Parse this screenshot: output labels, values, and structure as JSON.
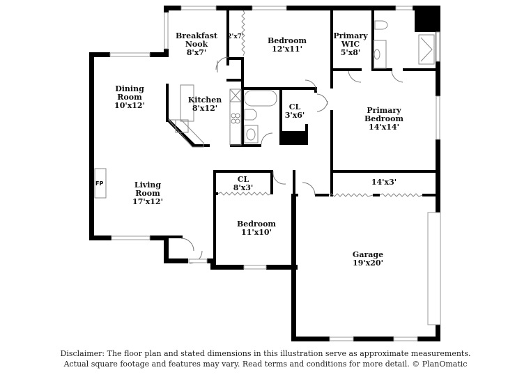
{
  "floor_plan": {
    "rooms": [
      {
        "id": "breakfast-nook",
        "name_lines": [
          "Breakfast",
          "Nook"
        ],
        "dimensions": "8'x7'"
      },
      {
        "id": "closet-2x7",
        "name_lines": [],
        "dimensions": "2'x7'"
      },
      {
        "id": "bedroom-1",
        "name_lines": [
          "Bedroom"
        ],
        "dimensions": "12'x11'"
      },
      {
        "id": "primary-wic",
        "name_lines": [
          "Primary",
          "WIC"
        ],
        "dimensions": "5'x8'"
      },
      {
        "id": "dining-room",
        "name_lines": [
          "Dining",
          "Room"
        ],
        "dimensions": "10'x12'"
      },
      {
        "id": "kitchen",
        "name_lines": [
          "Kitchen"
        ],
        "dimensions": "8'x12'"
      },
      {
        "id": "closet-3x6",
        "name_lines": [
          "CL"
        ],
        "dimensions": "3'x6'"
      },
      {
        "id": "primary-bedroom",
        "name_lines": [
          "Primary",
          "Bedroom"
        ],
        "dimensions": "14'x14'"
      },
      {
        "id": "living-room",
        "name_lines": [
          "Living",
          "Room"
        ],
        "dimensions": "17'x12'"
      },
      {
        "id": "closet-8x3",
        "name_lines": [
          "CL"
        ],
        "dimensions": "8'x3'"
      },
      {
        "id": "storage-14x3",
        "name_lines": [],
        "dimensions": "14'x3'"
      },
      {
        "id": "bedroom-2",
        "name_lines": [
          "Bedroom"
        ],
        "dimensions": "11'x10'"
      },
      {
        "id": "garage",
        "name_lines": [
          "Garage"
        ],
        "dimensions": "19'x20'"
      }
    ],
    "fireplace_label": "FP"
  },
  "labels": {
    "breakfast_1": "Breakfast",
    "breakfast_2": "Nook",
    "breakfast_dim": "8'x7'",
    "cl27_dim": "2'x7'",
    "bed1_1": "Bedroom",
    "bed1_dim": "12'x11'",
    "wic_1": "Primary",
    "wic_2": "WIC",
    "wic_dim": "5'x8'",
    "dining_1": "Dining",
    "dining_2": "Room",
    "dining_dim": "10'x12'",
    "kitchen_1": "Kitchen",
    "kitchen_dim": "8'x12'",
    "cl36_1": "CL",
    "cl36_dim": "3'x6'",
    "pbed_1": "Primary",
    "pbed_2": "Bedroom",
    "pbed_dim": "14'x14'",
    "living_1": "Living",
    "living_2": "Room",
    "living_dim": "17'x12'",
    "cl83_1": "CL",
    "cl83_dim": "8'x3'",
    "storage_dim": "14'x3'",
    "bed2_1": "Bedroom",
    "bed2_dim": "11'x10'",
    "garage_1": "Garage",
    "garage_dim": "19'x20'",
    "fp": "FP"
  },
  "disclaimer": {
    "line1": "Disclaimer: The floor plan and stated dimensions in this illustration serve as approximate measurements.",
    "line2": "Actual square footage and features may vary. Read terms and conditions for more detail. © PlanOmatic"
  },
  "colors": {
    "wall": "#000000",
    "window": "#cfcfcf",
    "fixture": "#888888",
    "background": "#ffffff"
  }
}
